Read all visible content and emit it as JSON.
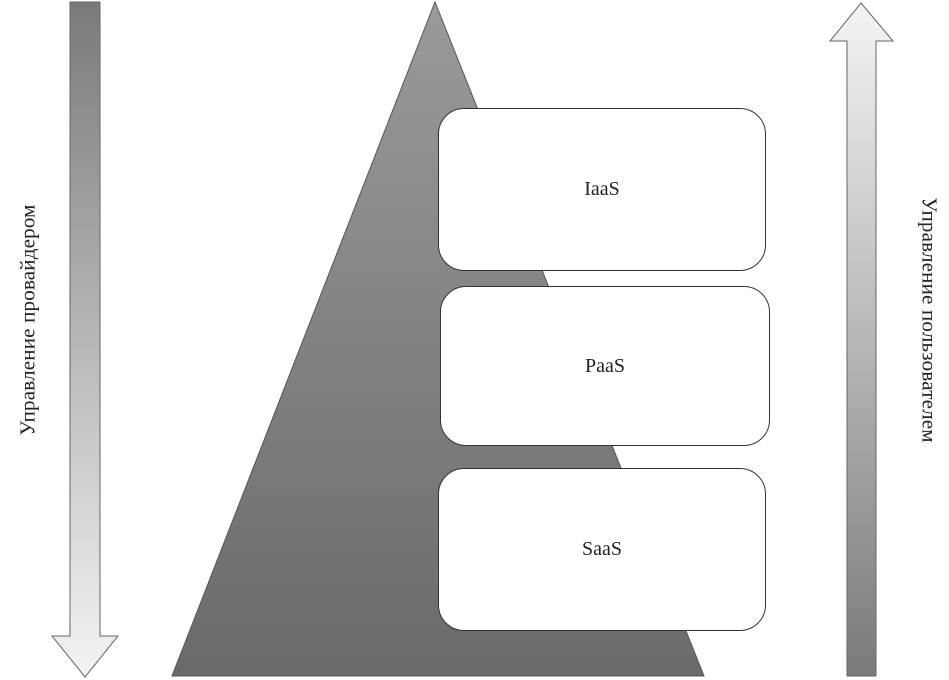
{
  "diagram": {
    "layers": [
      {
        "id": "iaas",
        "label": "IaaS"
      },
      {
        "id": "paas",
        "label": "PaaS"
      },
      {
        "id": "saas",
        "label": "SaaS"
      }
    ],
    "left_arrow": {
      "label": "Управление провайдером",
      "direction": "down"
    },
    "right_arrow": {
      "label": "Управление пользователем",
      "direction": "up"
    },
    "colors": {
      "dark_gray": "#6e6e6e",
      "light_gray": "#f2f2f2",
      "outline": "#333333",
      "box_fill": "#ffffff"
    }
  }
}
